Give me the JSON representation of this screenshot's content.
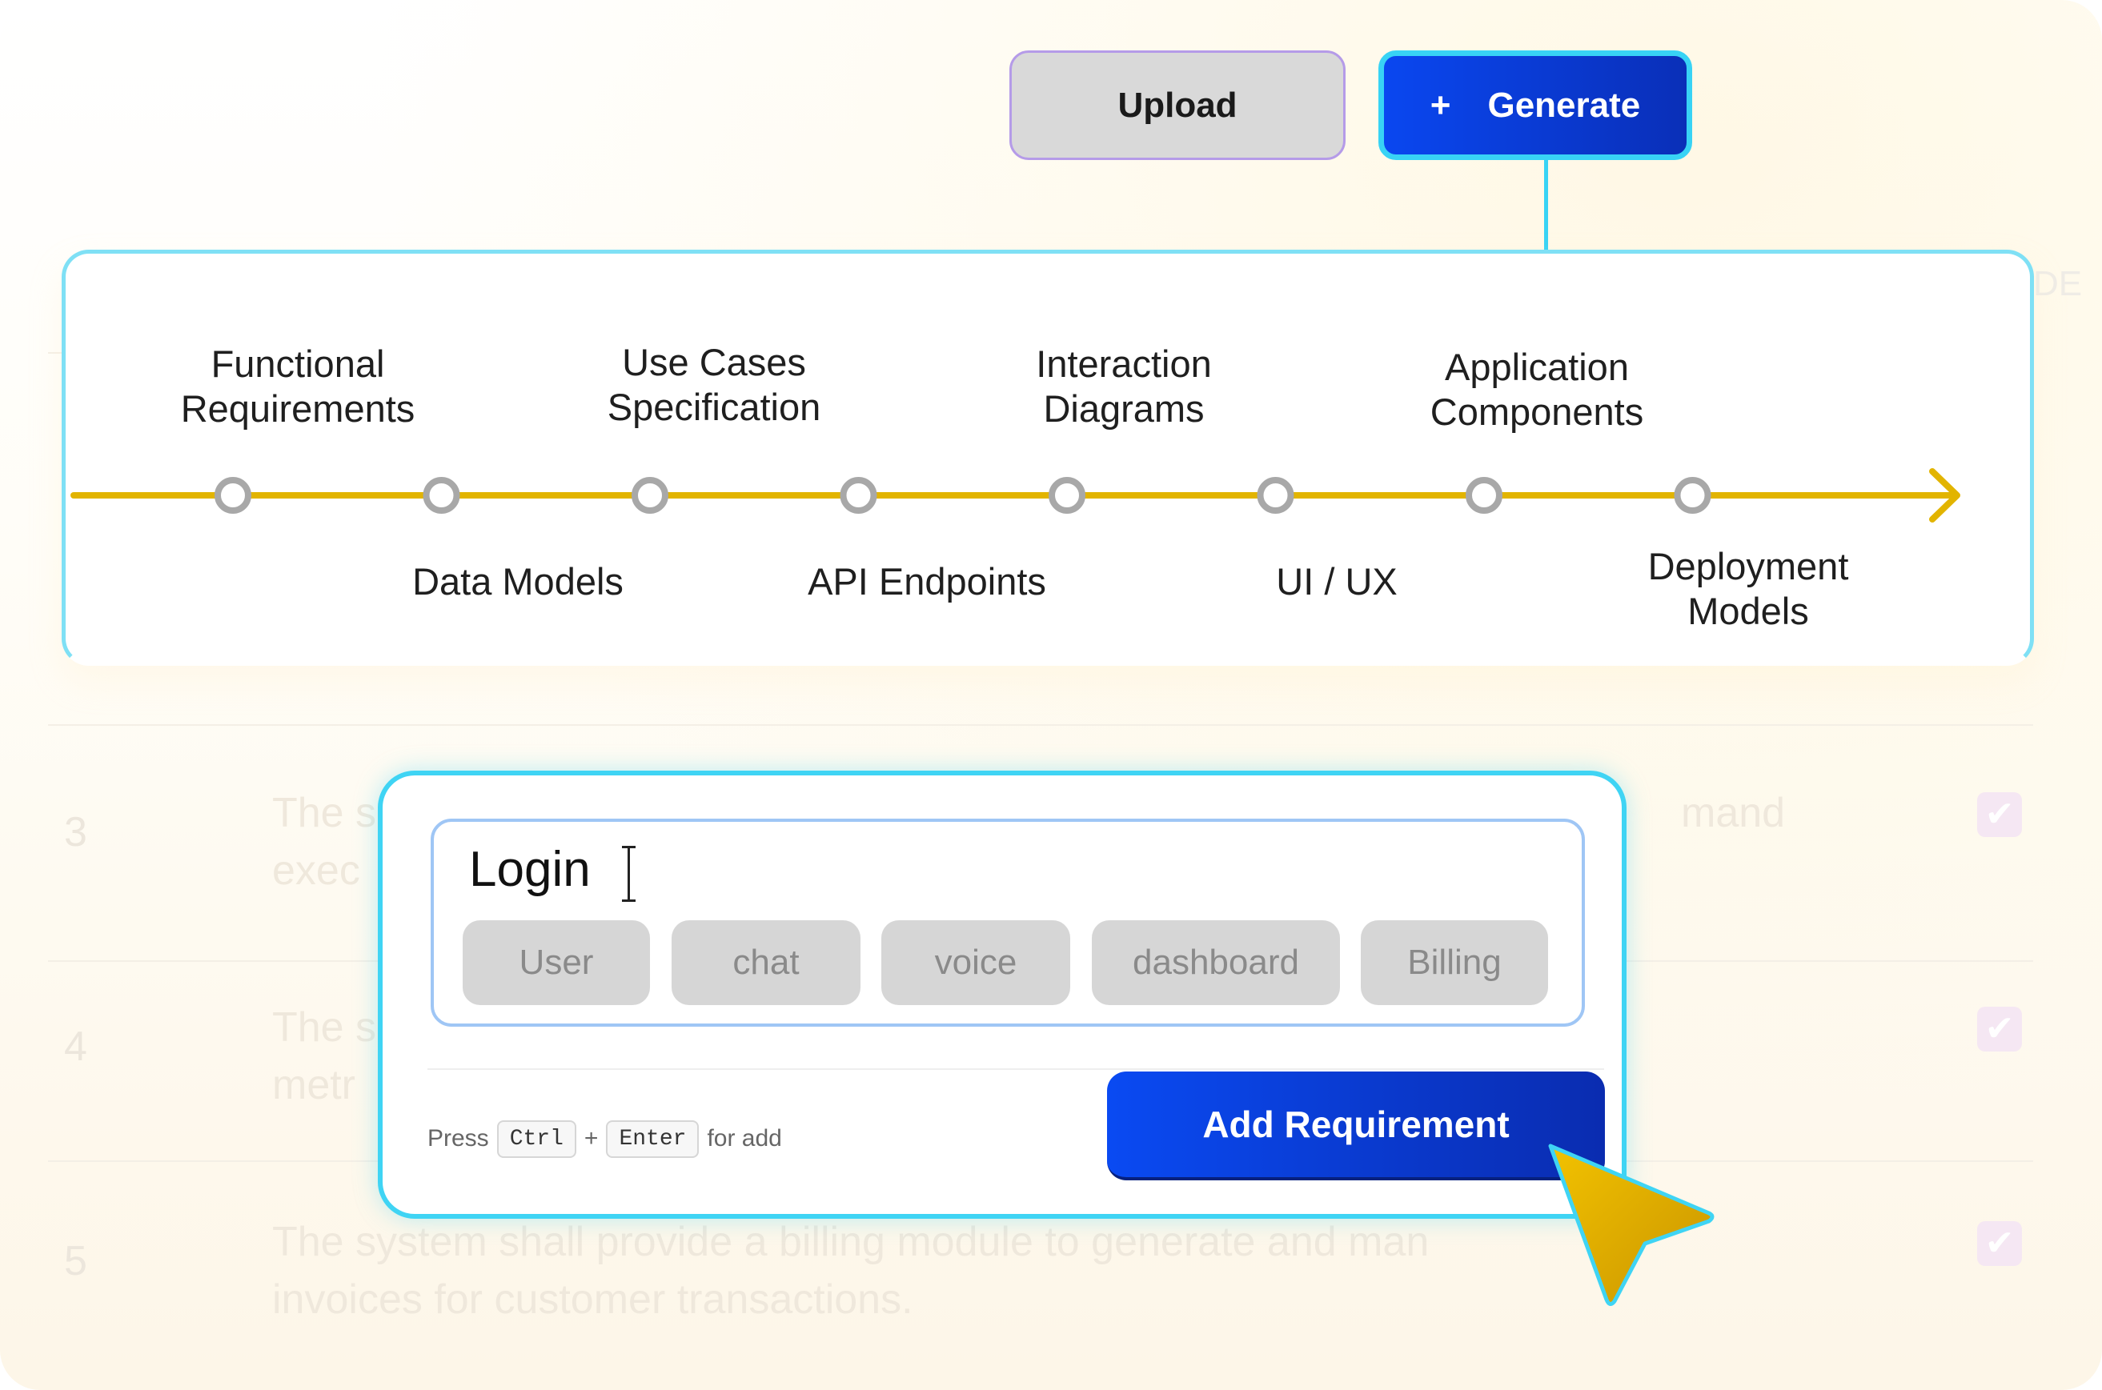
{
  "toolbar": {
    "upload_label": "Upload",
    "generate_plus": "+",
    "generate_label": "Generate"
  },
  "timeline": {
    "accent_color": "#E2B400",
    "node_color": "#a8a8a8",
    "stages_top": [
      {
        "line1": "Functional",
        "line2": "Requirements"
      },
      {
        "line1": "Use Cases",
        "line2": "Specification"
      },
      {
        "line1": "Interaction",
        "line2": "Diagrams"
      },
      {
        "line1": "Application",
        "line2": "Components"
      }
    ],
    "stages_bottom": [
      {
        "line1": "Data Models",
        "line2": ""
      },
      {
        "line1": "API Endpoints",
        "line2": ""
      },
      {
        "line1": "UI / UX",
        "line2": ""
      },
      {
        "line1": "Deployment",
        "line2": "Models"
      }
    ]
  },
  "requirement_editor": {
    "input_value": "Login",
    "chips": [
      "User",
      "chat",
      "voice",
      "dashboard",
      "Billing"
    ],
    "hint": {
      "press": "Press",
      "key1": "Ctrl",
      "plus": "+",
      "key2": "Enter",
      "suffix": "for add"
    },
    "add_button_label": "Add Requirement"
  },
  "background_list": {
    "ghost_header": "DE",
    "rows": [
      {
        "number": "3",
        "line1": "The s",
        "line1_tail": "mand",
        "line2": "exec"
      },
      {
        "number": "4",
        "line1": "The s",
        "line1_tail": "",
        "line2": "metr"
      },
      {
        "number": "5",
        "line1": "The system shall provide a billing module to generate and man",
        "line1_tail": "",
        "line2": "invoices for customer transactions."
      }
    ],
    "check_glyph": "✔"
  },
  "colors": {
    "primary_blue": "#0a47f0",
    "cyan_outline": "#38d3f5",
    "cursor_gold": "#d9a800"
  }
}
